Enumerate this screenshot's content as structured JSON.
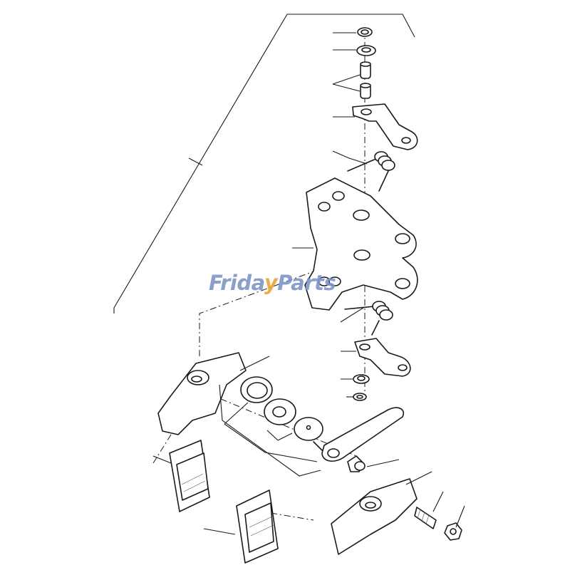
{
  "diagram": {
    "title": "",
    "callout_labels": []
  },
  "watermark": {
    "part1": "Frida",
    "part2": "y",
    "part3": "Parts",
    "colors": {
      "blue": "#7f95c7",
      "orange": "#e9a43b"
    }
  }
}
